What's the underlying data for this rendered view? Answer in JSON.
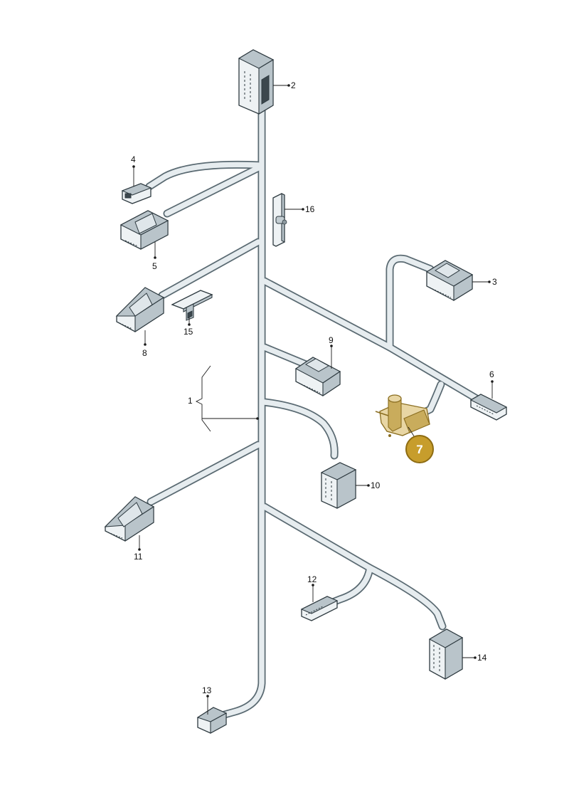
{
  "callouts": {
    "c1": "1",
    "c2": "2",
    "c3": "3",
    "c4": "4",
    "c5": "5",
    "c6": "6",
    "c8": "8",
    "c9": "9",
    "c10": "10",
    "c11": "11",
    "c12": "12",
    "c13": "13",
    "c14": "14",
    "c15": "15",
    "c16": "16"
  },
  "highlight": {
    "badge_label": "7",
    "badge_color": "#c79d2c",
    "part_color": "#e8d6a4"
  },
  "colors": {
    "harness": "#e6ecef",
    "harness_outline": "#5a6a72",
    "connector": "#eef2f4"
  }
}
